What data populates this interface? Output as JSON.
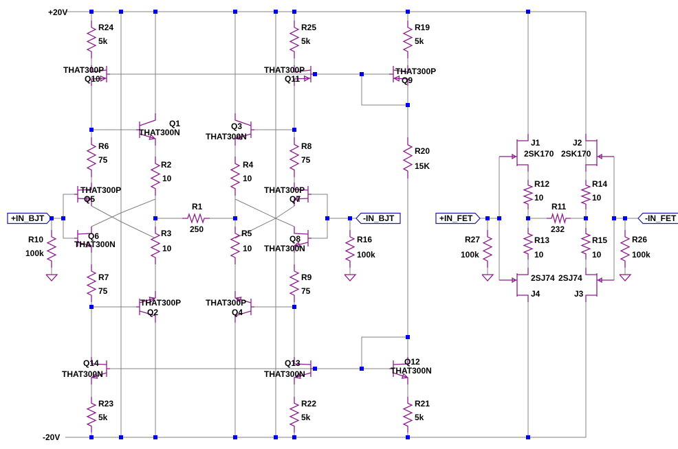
{
  "rails": {
    "top": "+20V",
    "bottom": "-20V"
  },
  "ports": {
    "in_bjt_pos": "+IN_BJT",
    "in_bjt_neg": "-IN_BJT",
    "in_fet_pos": "+IN_FET",
    "in_fet_neg": "-IN_FET"
  },
  "resistors": {
    "R1": {
      "ref": "R1",
      "value": "250"
    },
    "R2": {
      "ref": "R2",
      "value": "10"
    },
    "R3": {
      "ref": "R3",
      "value": "10"
    },
    "R4": {
      "ref": "R4",
      "value": "10"
    },
    "R5": {
      "ref": "R5",
      "value": "10"
    },
    "R6": {
      "ref": "R6",
      "value": "75"
    },
    "R7": {
      "ref": "R7",
      "value": "75"
    },
    "R8": {
      "ref": "R8",
      "value": "75"
    },
    "R9": {
      "ref": "R9",
      "value": "75"
    },
    "R10": {
      "ref": "R10",
      "value": "100k"
    },
    "R11": {
      "ref": "R11",
      "value": "232"
    },
    "R12": {
      "ref": "R12",
      "value": "10"
    },
    "R13": {
      "ref": "R13",
      "value": "10"
    },
    "R14": {
      "ref": "R14",
      "value": "10"
    },
    "R15": {
      "ref": "R15",
      "value": "10"
    },
    "R16": {
      "ref": "R16",
      "value": "100k"
    },
    "R19": {
      "ref": "R19",
      "value": "5k"
    },
    "R20": {
      "ref": "R20",
      "value": "15K"
    },
    "R21": {
      "ref": "R21",
      "value": "5k"
    },
    "R22": {
      "ref": "R22",
      "value": "5k"
    },
    "R23": {
      "ref": "R23",
      "value": "5k"
    },
    "R24": {
      "ref": "R24",
      "value": "5k"
    },
    "R25": {
      "ref": "R25",
      "value": "5k"
    },
    "R26": {
      "ref": "R26",
      "value": "100k"
    },
    "R27": {
      "ref": "R27",
      "value": "100k"
    }
  },
  "transistors": {
    "Q1": {
      "ref": "Q1",
      "part": "THAT300N"
    },
    "Q2": {
      "ref": "Q2",
      "part": "THAT300P"
    },
    "Q3": {
      "ref": "Q3",
      "part": "THAT300N"
    },
    "Q4": {
      "ref": "Q4",
      "part": "THAT300P"
    },
    "Q5": {
      "ref": "Q5",
      "part": "THAT300P"
    },
    "Q6": {
      "ref": "Q6",
      "part": "THAT300N"
    },
    "Q7": {
      "ref": "Q7",
      "part": "THAT300P"
    },
    "Q8": {
      "ref": "Q8",
      "part": "THAT300N"
    },
    "Q9": {
      "ref": "Q9",
      "part": "THAT300P"
    },
    "Q10": {
      "ref": "Q10",
      "part": "THAT300P"
    },
    "Q11": {
      "ref": "Q11",
      "part": "THAT300P"
    },
    "Q12": {
      "ref": "Q12",
      "part": "THAT300N"
    },
    "Q13": {
      "ref": "Q13",
      "part": "THAT300N"
    },
    "Q14": {
      "ref": "Q14",
      "part": "THAT300N"
    },
    "J1": {
      "ref": "J1",
      "part": "2SK170"
    },
    "J2": {
      "ref": "J2",
      "part": "2SK170"
    },
    "J3": {
      "ref": "J3",
      "part": "2SJ74"
    },
    "J4": {
      "ref": "J4",
      "part": "2SJ74"
    }
  },
  "colors": {
    "wire": "#808080",
    "component": "#8b1a8b",
    "junction": "#0000ee",
    "text": "#000000"
  }
}
